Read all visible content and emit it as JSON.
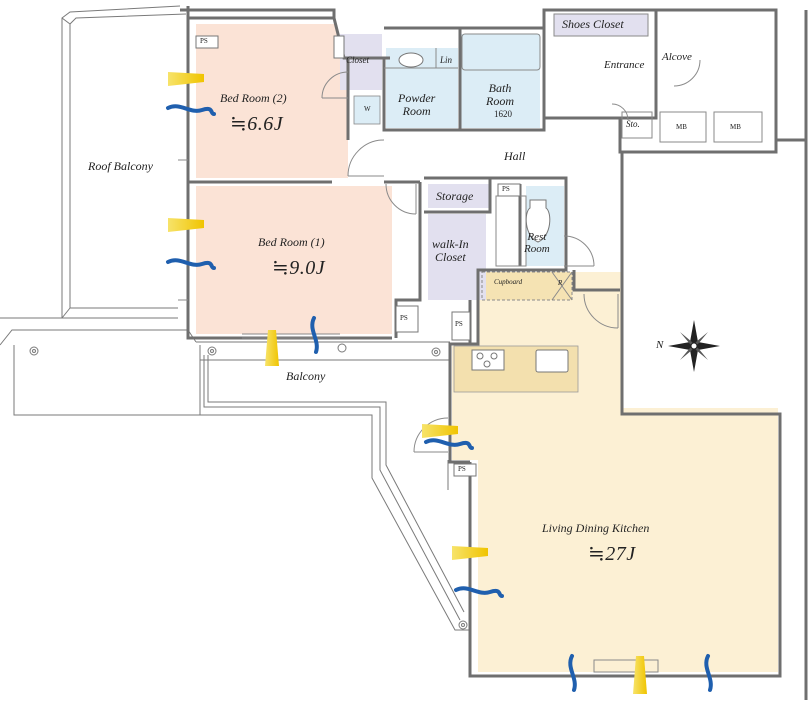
{
  "rooms": {
    "bed2_name": "Bed Room (2)",
    "bed2_size": "≒6.6J",
    "bed1_name": "Bed Room (1)",
    "bed1_size": "≒9.0J",
    "ldk_name": "Living Dining Kitchen",
    "ldk_size": "≒27J",
    "roof_balcony": "Roof Balcony",
    "balcony": "Balcony",
    "hall": "Hall",
    "closet": "Closet",
    "powder_room_l1": "Powder",
    "powder_room_l2": "Room",
    "bath_room_l1": "Bath",
    "bath_room_l2": "Room",
    "bath_size": "1620",
    "lin": "Lin",
    "washer": "W",
    "shoes_closet": "Shoes Closet",
    "entrance": "Entrance",
    "alcove": "Alcove",
    "storage_small": "Sto.",
    "meter_box_1": "MB",
    "meter_box_2": "MB",
    "storage": "Storage",
    "walkin_l1": "walk-In",
    "walkin_l2": "Closet",
    "rest_room_l1": "Rest",
    "rest_room_l2": "Room",
    "cupboard": "Cupboard",
    "refrigerator": "R",
    "ps": "PS",
    "north": "N"
  },
  "colors": {
    "bedroom_fill": "#fbe3d6",
    "ldk_fill": "#fcf0d4",
    "wet_fill": "#dcedf6",
    "storage_fill": "#e2e0ef",
    "kitchen_fill": "#f5e3b3",
    "wall": "#6f6f6f",
    "light_arrow": "#f3d21c",
    "wind_arrow": "#1f5fae"
  },
  "icons": {
    "sunlight": "sunlight-arrow-icon",
    "wind": "wind-flow-icon",
    "compass": "compass-rose-icon"
  }
}
